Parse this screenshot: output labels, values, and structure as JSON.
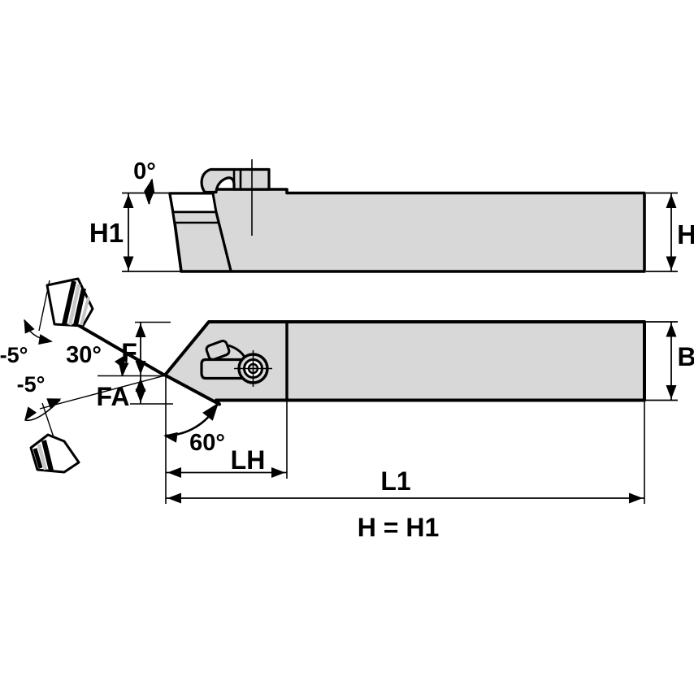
{
  "diagram": {
    "title_note": "H = H1",
    "colors": {
      "background": "#ffffff",
      "body_fill": "#d8d8d8",
      "outline": "#000000",
      "hatch_gray": "#c6c6c6",
      "insert_fill": "#ffffff"
    },
    "top_view": {
      "rake_angle_label": "0°",
      "height_head_label": "H1",
      "height_shank_label": "H"
    },
    "bottom_view": {
      "insert_tilt_upper_label": "-5°",
      "lead_angle_label": "30°",
      "offset_f_label": "F",
      "offset_fa_label": "FA",
      "insert_tilt_lower_label": "-5°",
      "point_angle_label": "60°",
      "head_length_label": "LH",
      "overall_length_label": "L1",
      "width_label": "B"
    }
  }
}
